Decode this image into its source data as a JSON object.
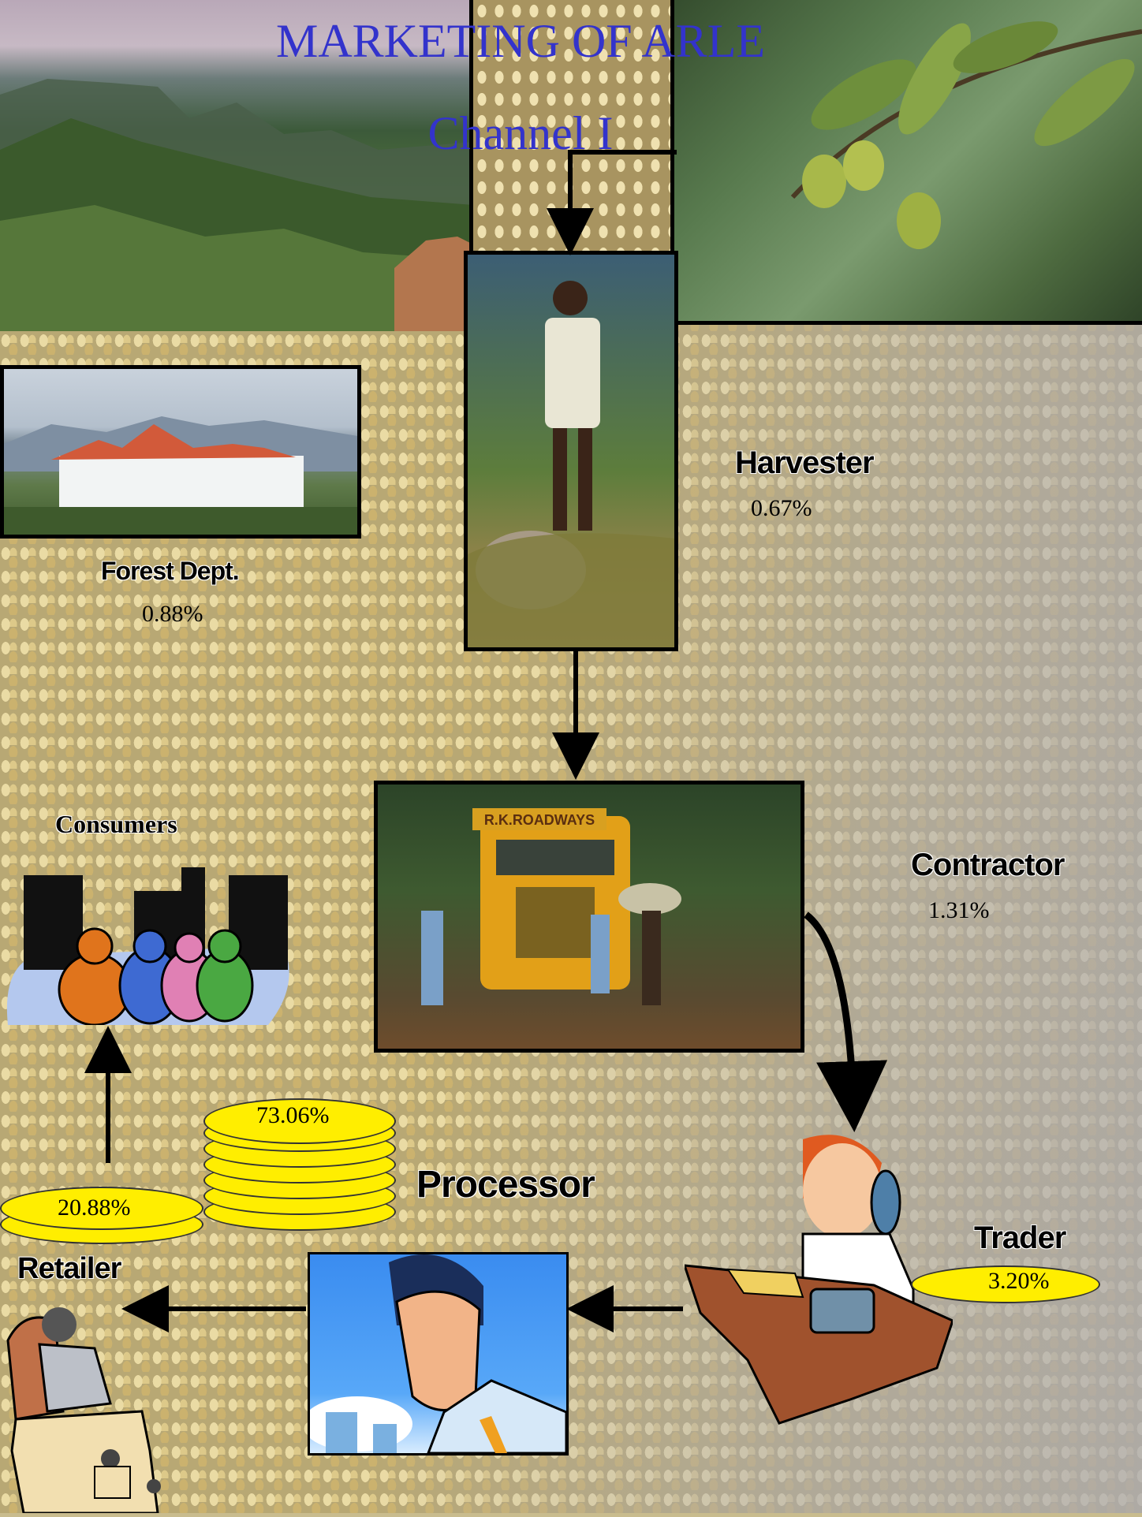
{
  "title": "MARKETING OF ARLE",
  "subtitle": "Channel I",
  "nodes": {
    "harvester": {
      "label": "Harvester",
      "share": "0.67%"
    },
    "forest": {
      "label": "Forest Dept.",
      "share": "0.88%"
    },
    "contractor": {
      "label": "Contractor",
      "share": "1.31%"
    },
    "trader": {
      "label": "Trader",
      "share": "3.20%"
    },
    "processor": {
      "label": "Processor",
      "share": "73.06%"
    },
    "retailer": {
      "label": "Retailer",
      "share": "20.88%"
    },
    "consumers": {
      "label": "Consumers"
    }
  },
  "truck_sign": "R.K.ROADWAYS",
  "colors": {
    "title": "#3333cc",
    "coin": "#ffee00"
  }
}
